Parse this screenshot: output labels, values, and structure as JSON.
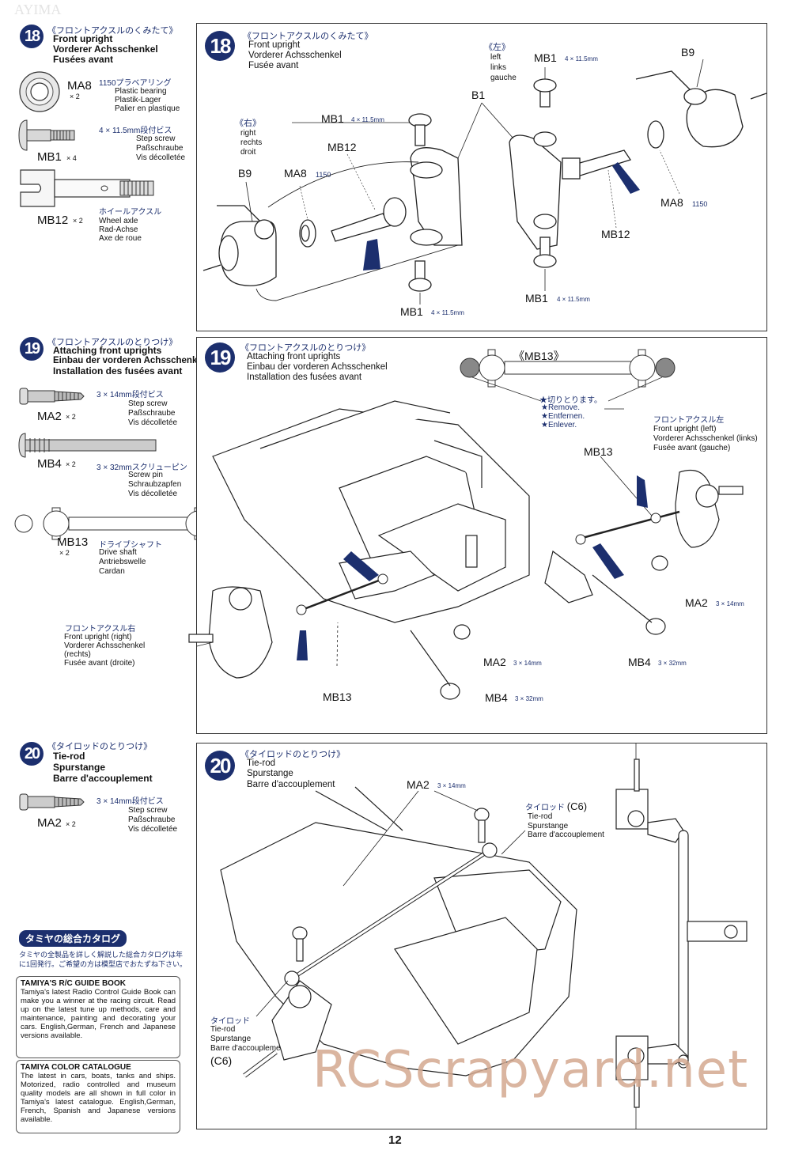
{
  "header_faint": "AYIMA",
  "page_number": "12",
  "watermark": "RCScrapyard.net",
  "accent_color": "#1c2f6e",
  "steps": [
    {
      "number": "18",
      "jp_title": "《フロントアクスルのくみたて》",
      "sidebar_titles": [
        "Front upright",
        "Vorderer Achsschenkel",
        "Fusées avant"
      ],
      "panel_titles": [
        "Front upright",
        "Vorderer Achsschenkel",
        "Fusée avant"
      ],
      "parts": [
        {
          "code": "MA8",
          "qty": "× 2",
          "jp": "1150プラベアリング",
          "names": [
            "Plastic bearing",
            "Plastik-Lager",
            "Palier en plastique"
          ]
        },
        {
          "code": "MB1",
          "qty": "× 4",
          "jp": "4 × 11.5mm段付ビス",
          "names": [
            "Step screw",
            "Paßschraube",
            "Vis décolletée"
          ]
        },
        {
          "code": "MB12",
          "qty": "× 2",
          "jp": "ホイールアクスル",
          "names": [
            "Wheel axle",
            "Rad-Achse",
            "Axe de roue"
          ]
        }
      ],
      "callouts": {
        "right_jp": "《右》",
        "right": [
          "right",
          "rechts",
          "droit"
        ],
        "left_jp": "《左》",
        "left": [
          "left",
          "links",
          "gauche"
        ],
        "mb1": "MB1",
        "mb1_dim": "4 × 11.5mm",
        "mb12": "MB12",
        "ma8": "MA8",
        "ma8_dim": "1150",
        "b9": "B9",
        "b1": "B1"
      }
    },
    {
      "number": "19",
      "jp_title": "《フロントアクスルのとりつけ》",
      "sidebar_titles": [
        "Attaching front uprights",
        "Einbau der vorderen Achsschenkel",
        "Installation des fusées avant"
      ],
      "panel_titles": [
        "Attaching front uprights",
        "Einbau der vorderen Achsschenkel",
        "Installation des fusées avant"
      ],
      "parts": [
        {
          "code": "MA2",
          "qty": "× 2",
          "jp": "3 × 14mm段付ビス",
          "names": [
            "Step screw",
            "Paßschraube",
            "Vis décolletée"
          ]
        },
        {
          "code": "MB4",
          "qty": "× 2",
          "jp": "3 × 32mmスクリューピン",
          "names": [
            "Screw pin",
            "Schraubzapfen",
            "Vis décolletée"
          ]
        },
        {
          "code": "MB13",
          "qty": "× 2",
          "jp": "ドライブシャフト",
          "names": [
            "Drive shaft",
            "Antriebswelle",
            "Cardan"
          ]
        }
      ],
      "callouts": {
        "mb13_detail": "《MB13》",
        "remove_jp": "★切りとります。",
        "remove": [
          "★Remove.",
          "★Entfernen.",
          "★Enlever."
        ],
        "left_upright_jp": "フロントアクスル左",
        "left_upright": [
          "Front upright (left)",
          "Vorderer Achsschenkel (links)",
          "Fusée avant (gauche)"
        ],
        "right_upright_jp": "フロントアクスル右",
        "right_upright": [
          "Front upright (right)",
          "Vorderer Achsschenkel",
          "(rechts)",
          "Fusée avant (droite)"
        ],
        "mb13": "MB13",
        "ma2": "MA2",
        "ma2_dim": "3 × 14mm",
        "mb4": "MB4",
        "mb4_dim": "3 × 32mm"
      }
    },
    {
      "number": "20",
      "jp_title": "《タイロッドのとりつけ》",
      "sidebar_titles": [
        "Tie-rod",
        "Spurstange",
        "Barre d'accouplement"
      ],
      "panel_titles": [
        "Tie-rod",
        "Spurstange",
        "Barre d'accouplement"
      ],
      "parts": [
        {
          "code": "MA2",
          "qty": "× 2",
          "jp": "3 × 14mm段付ビス",
          "names": [
            "Step screw",
            "Paßschraube",
            "Vis décolletée"
          ]
        }
      ],
      "callouts": {
        "ma2": "MA2",
        "ma2_dim": "3 × 14mm",
        "tierod_jp": "タイロッド",
        "tierod_code": "(C6)",
        "tierod": [
          "Tie-rod",
          "Spurstange",
          "Barre d'accouplement"
        ]
      }
    }
  ],
  "catalog": {
    "header": "タミヤの総合カタログ",
    "jp_text_1": "タミヤの全製品を詳しく解説した総合カタログは年",
    "jp_text_2": "に1回発行。ご希望の方は模型店でおたずね下さい。",
    "boxes": [
      {
        "title": "TAMIYA'S R/C GUIDE BOOK",
        "body": "Tamiya's latest Radio Control Guide Book can make you a winner at the racing circuit. Read up on the latest tune up methods, care and maintenance, painting and decorating your cars. English,German, French and Japanese versions available."
      },
      {
        "title": "TAMIYA COLOR CATALOGUE",
        "body": "The latest in cars, boats, tanks and ships. Motorized, radio controlled and museum quality models are all shown in full color in Tamiya's latest catalogue. English,German, French, Spanish and Japanese versions available."
      }
    ]
  }
}
